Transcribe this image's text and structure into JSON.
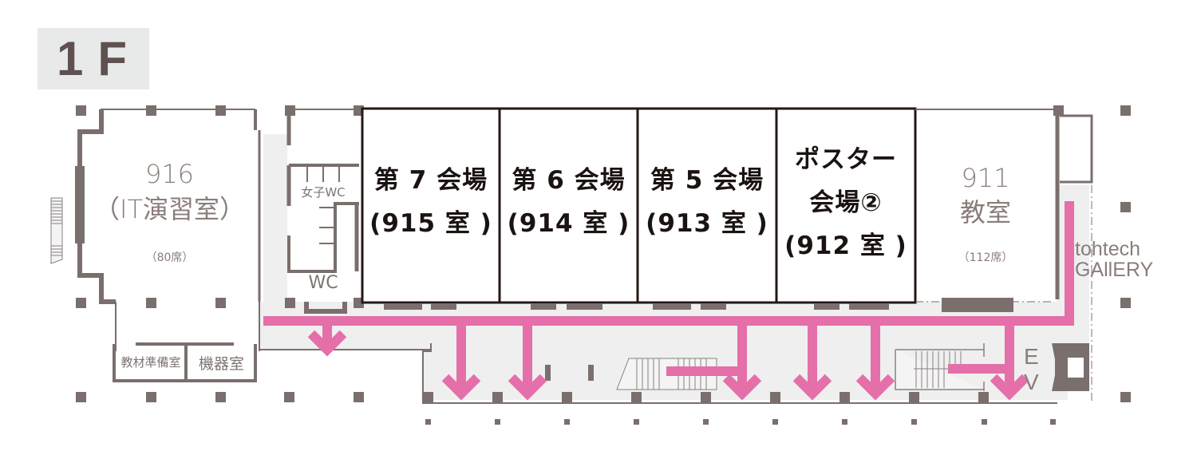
{
  "floor": {
    "label": "1F"
  },
  "colors": {
    "wall": "#7a6f6c",
    "venue_border": "#231815",
    "corridor": "#efefef",
    "route_arrow": "#e46fa9",
    "label_gray": "#8a7d7a",
    "badge_bg": "#e8e9e9"
  },
  "rooms": {
    "r916": {
      "number": "916",
      "name": "（IT演習室）",
      "seats": "（80席）"
    },
    "r911": {
      "number": "911",
      "name": "教室",
      "seats": "（112席）"
    },
    "womens_wc": "女子WC",
    "wc": "WC",
    "prep_room": "教材準備室",
    "equipment_room": "機器室",
    "gallery": {
      "line1": "tohtech",
      "line2": "GAllERY"
    },
    "elevator": {
      "line1": "E",
      "line2": "V"
    }
  },
  "venues": [
    {
      "line1": "第 7 会場",
      "line2": "(915 室 )"
    },
    {
      "line1": "第 6 会場",
      "line2": "(914 室 )"
    },
    {
      "line1": "第 5 会場",
      "line2": "(913 室 )"
    },
    {
      "line1": "ポスター",
      "line2": "会場②",
      "line3": "(912 室 )"
    }
  ],
  "routes": {
    "exit_arrows": [
      "exit-1",
      "exit-2",
      "exit-3",
      "exit-4",
      "exit-5",
      "exit-6",
      "exit-7",
      "exit-8"
    ]
  }
}
